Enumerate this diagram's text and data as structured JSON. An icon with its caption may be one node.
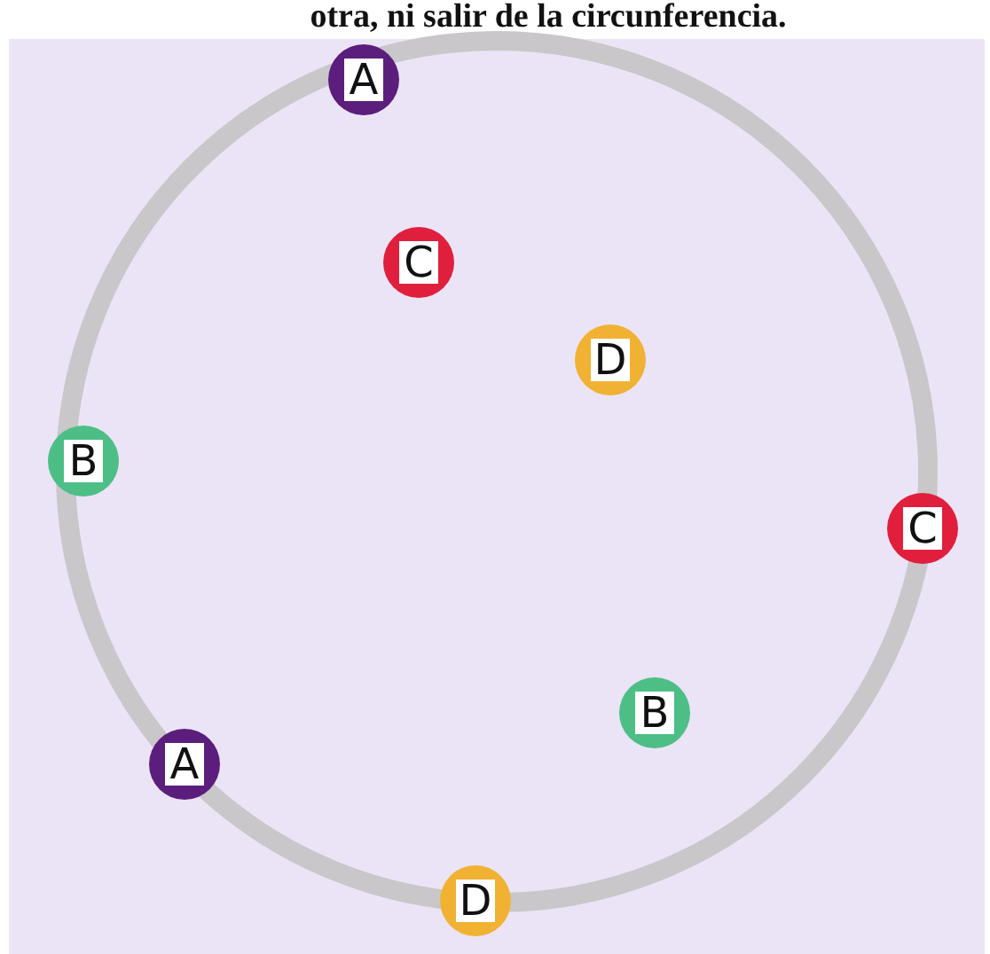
{
  "diagram": {
    "nodes": [
      {
        "text": [
          "A"
        ]
      },
      {
        "text": [
          "C"
        ]
      },
      {
        "text": [
          "D"
        ]
      },
      {
        "text": [
          "B"
        ]
      },
      {
        "text": [
          "C"
        ]
      },
      {
        "text": [
          "B"
        ]
      },
      {
        "text": [
          "A"
        ]
      },
      {
        "text": [
          "D"
        ]
      }
    ],
    "labels": [
      "otra, ni salir de la circunferencia."
    ]
  }
}
